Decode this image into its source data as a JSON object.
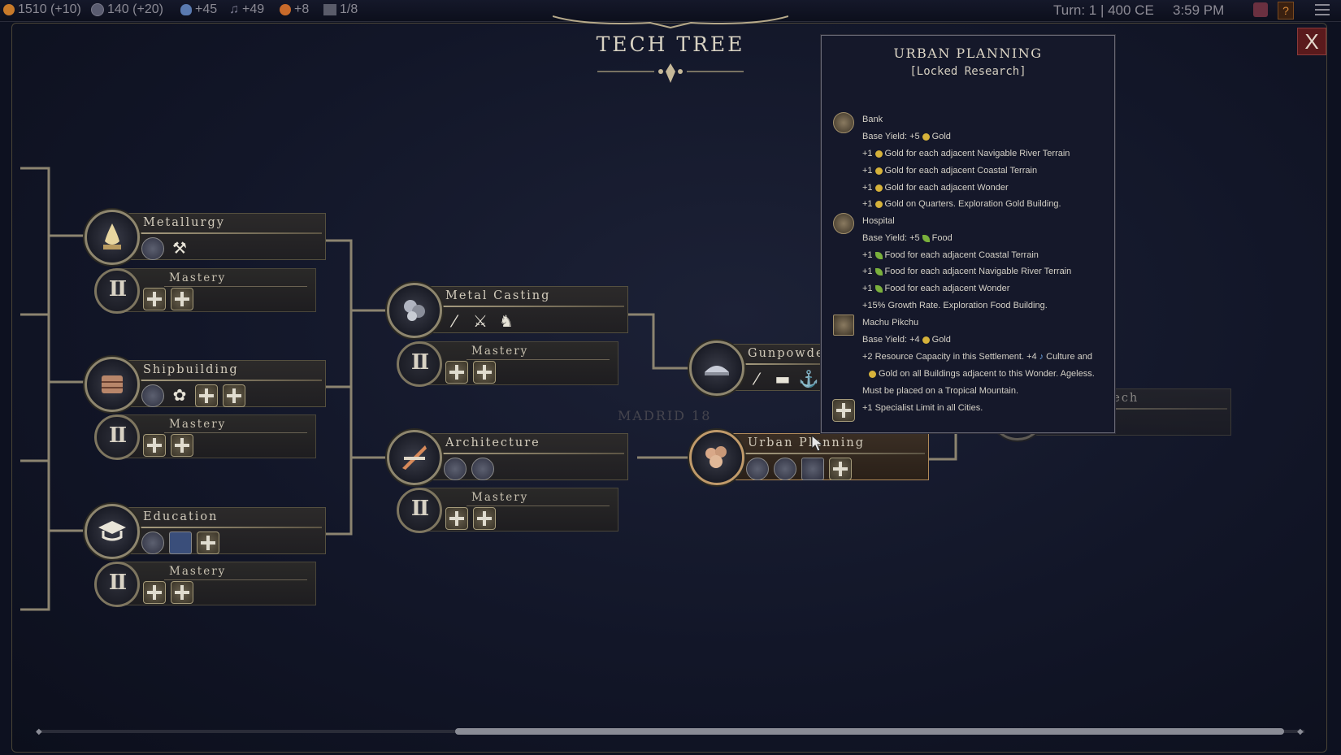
{
  "topbar": {
    "resources": [
      {
        "name": "gold",
        "value": "1510 (+10)",
        "color": "#c87a2a"
      },
      {
        "name": "science",
        "value": "140 (+20)",
        "color": "#6a6a80"
      },
      {
        "name": "population",
        "value": "+45",
        "color": "#5a7ab0"
      },
      {
        "name": "culture",
        "value": "+49",
        "color": "#7a7a90"
      },
      {
        "name": "happiness",
        "value": "+8",
        "color": "#c86a2a"
      },
      {
        "name": "settlements",
        "value": "1/8",
        "color": "#7a7a8a"
      }
    ],
    "turn": "Turn: 1 | 400 CE",
    "time": "3:59 PM",
    "help_label": "?"
  },
  "screen": {
    "title": "TECH TREE",
    "close_label": "X"
  },
  "techs": {
    "metallurgy": {
      "name": "Metallurgy",
      "mastery": "Mastery"
    },
    "shipbuilding": {
      "name": "Shipbuilding",
      "mastery": "Mastery"
    },
    "education": {
      "name": "Education",
      "mastery": "Mastery"
    },
    "metal_casting": {
      "name": "Metal Casting",
      "mastery": "Mastery"
    },
    "architecture": {
      "name": "Architecture",
      "mastery": "Mastery"
    },
    "gunpowder": {
      "name": "Gunpowder"
    },
    "urban_planning": {
      "name": "Urban Planning"
    },
    "future_tech": {
      "name": "Future Tech"
    }
  },
  "mastery_numeral": "II",
  "background_label": "MADRID 18",
  "tooltip": {
    "title": "URBAN PLANNING",
    "subtitle": "[Locked Research]",
    "bank": {
      "name": "Bank",
      "base": "Base Yield: +5",
      "base_unit": "Gold",
      "lines": [
        {
          "prefix": "+1",
          "text": "Gold for each adjacent Navigable River Terrain"
        },
        {
          "prefix": "+1",
          "text": "Gold for each adjacent Coastal Terrain"
        },
        {
          "prefix": "+1",
          "text": "Gold for each adjacent Wonder"
        },
        {
          "prefix": "+1",
          "text": "Gold on Quarters. Exploration Gold Building."
        }
      ]
    },
    "hospital": {
      "name": "Hospital",
      "base": "Base Yield: +5",
      "base_unit": "Food",
      "lines": [
        {
          "prefix": "+1",
          "text": "Food for each adjacent Coastal Terrain"
        },
        {
          "prefix": "+1",
          "text": "Food for each adjacent Navigable River Terrain"
        },
        {
          "prefix": "+1",
          "text": "Food for each adjacent Wonder"
        }
      ],
      "growth": "+15% Growth Rate. Exploration Food Building."
    },
    "machu_picchu": {
      "name": "Machu Pikchu",
      "base": "Base Yield: +4",
      "base_unit": "Gold",
      "line1a": "+2 Resource Capacity in this Settlement. +4",
      "line1b": "Culture and",
      "line2": "Gold on all Buildings adjacent to this Wonder. Ageless.",
      "line3": "Must be placed on a Tropical Mountain."
    },
    "specialist": "+1 Specialist Limit in all Cities."
  }
}
